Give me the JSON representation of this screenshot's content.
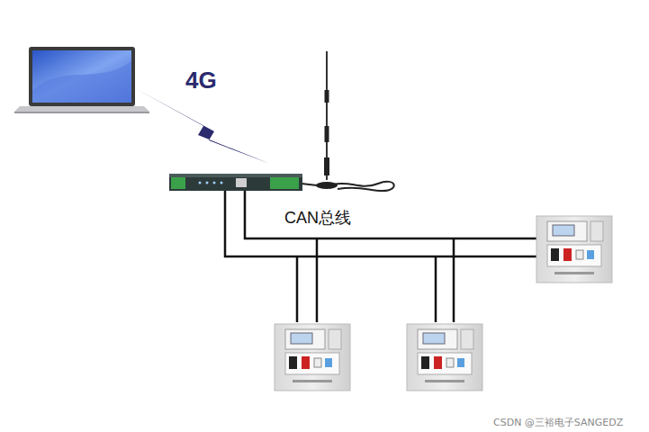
{
  "diagram": {
    "labels": [
      "4G",
      "CAN总线",
      "CSDN @三裕电子SANGEDZ"
    ]
  }
}
